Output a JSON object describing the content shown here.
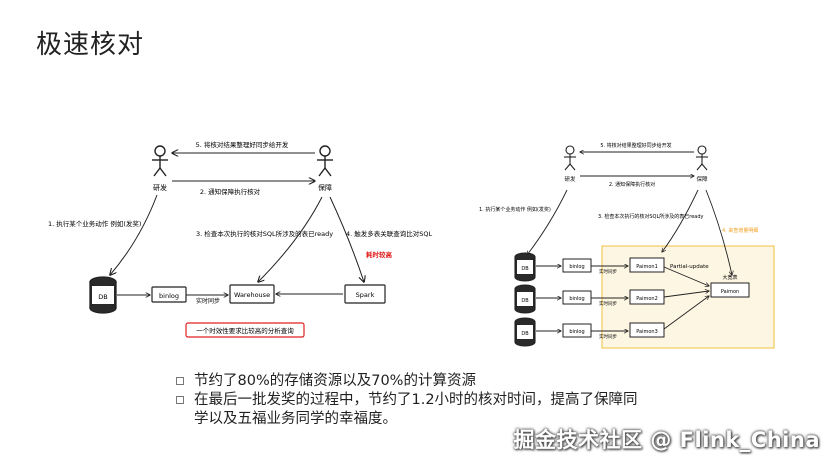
{
  "slide": {
    "title": "极速核对"
  },
  "left_diagram": {
    "actor_dev": "研发",
    "actor_qa": "保障",
    "msg_sync_back": "5. 将核对结果整理好同步给开发",
    "msg_notify": "2. 通知保障执行核对",
    "msg_business": "1. 执行某个业务动作 例如(发奖)",
    "msg_check": "3. 检查本次执行的核对SQL所涉及的表已ready",
    "msg_trigger": "4. 触发多表关联查询比对SQL",
    "time_cost": "耗时较高",
    "db": "DB",
    "binlog": "binlog",
    "sync_label": "实时同步",
    "warehouse": "Warehouse",
    "spark": "Spark",
    "bottleneck": "一个时效性要求比较高的分析查询",
    "accent_red": "#e02020"
  },
  "right_diagram": {
    "actor_dev": "研发",
    "actor_qa": "保障",
    "msg_sync_back": "5. 将核对结果整理好同步给开发",
    "msg_notify": "2. 通知保障执行核对",
    "msg_business": "1. 执行某个业务动作 例如(发奖)",
    "msg_check": "3. 检查本次执行的核对SQL所涉及的表已ready",
    "msg_incremental": "4. 来查增量明细",
    "partial_update": "Partial-update",
    "wide_table": "大宽表",
    "db1": "DB",
    "db2": "DB",
    "db3": "DB",
    "binlog1": "binlog",
    "binlog2": "binlog",
    "binlog3": "binlog",
    "sync1": "实时同步",
    "sync2": "实时同步",
    "sync3": "实时同步",
    "paimon1": "Paimon1",
    "paimon2": "Paimon2",
    "paimon3": "Paimon3",
    "paimon": "Paimon",
    "highlight_fill": "#fdf6e3",
    "highlight_stroke": "#f0c040",
    "accent_orange": "#f0a020"
  },
  "bullets": [
    "节约了80%的存储资源以及70%的计算资源",
    "在最后一批发奖的过程中，节约了1.2小时的核对时间，提高了保障同学以及五福业务同学的幸福度。"
  ],
  "watermark": "掘金技术社区 @ Flink_China"
}
